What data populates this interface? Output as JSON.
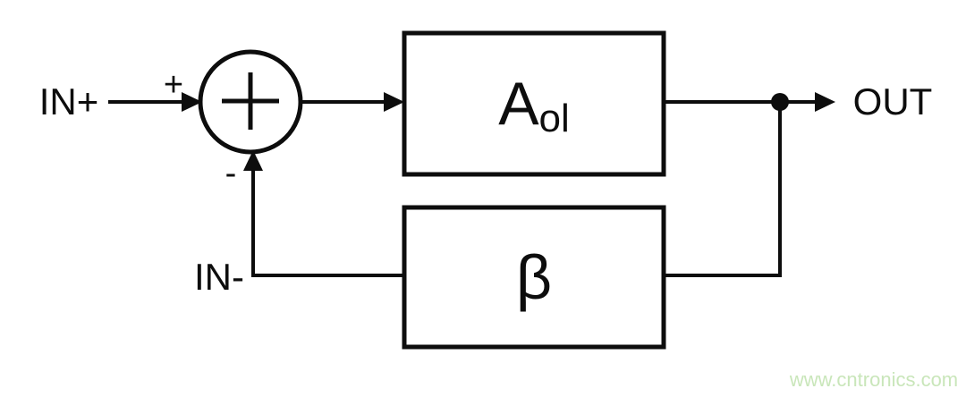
{
  "diagram": {
    "type": "feedback-block-diagram",
    "labels": {
      "input_positive": "IN+",
      "input_negative": "IN-",
      "output": "OUT",
      "sum_plus_sign": "+",
      "sum_minus_sign": "-"
    },
    "blocks": {
      "gain": {
        "main": "A",
        "sub": "ol"
      },
      "feedback": {
        "symbol": "β"
      }
    },
    "colors": {
      "line": "#0d0d0d",
      "background": "#ffffff",
      "watermark": "#c9e6ba"
    },
    "watermark_text": "www.cntronics.com"
  }
}
